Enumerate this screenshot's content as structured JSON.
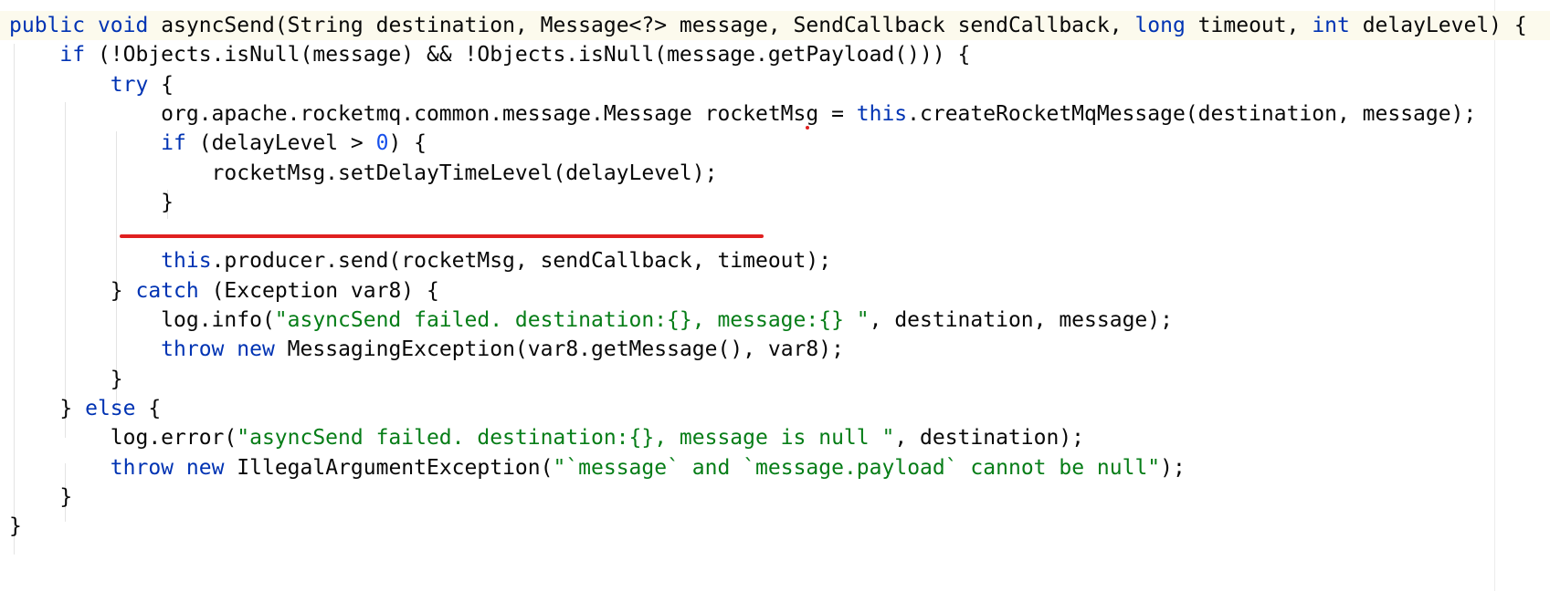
{
  "code_lines": [
    {
      "tokens": [
        {
          "t": "public",
          "k": "kw"
        },
        {
          "t": " ",
          "k": "plain"
        },
        {
          "t": "void",
          "k": "kw"
        },
        {
          "t": " asyncSend(String destination, Message<?> message, SendCallback sendCallback, ",
          "k": "plain"
        },
        {
          "t": "long",
          "k": "kw"
        },
        {
          "t": " timeout, ",
          "k": "plain"
        },
        {
          "t": "int",
          "k": "kw"
        },
        {
          "t": " delayLevel) {",
          "k": "plain"
        }
      ]
    },
    {
      "tokens": [
        {
          "t": "    ",
          "k": "plain"
        },
        {
          "t": "if",
          "k": "kw"
        },
        {
          "t": " (!Objects.isNull(message) && !Objects.isNull(message.getPayload())) {",
          "k": "plain"
        }
      ]
    },
    {
      "tokens": [
        {
          "t": "        ",
          "k": "plain"
        },
        {
          "t": "try",
          "k": "kw"
        },
        {
          "t": " {",
          "k": "plain"
        }
      ]
    },
    {
      "tokens": [
        {
          "t": "            org.apache.rocketmq.common.message.Message rocketMsg = ",
          "k": "plain"
        },
        {
          "t": "this",
          "k": "kw"
        },
        {
          "t": ".createRocketMqMessage(destination, message);",
          "k": "plain"
        }
      ]
    },
    {
      "tokens": [
        {
          "t": "            ",
          "k": "plain"
        },
        {
          "t": "if",
          "k": "kw"
        },
        {
          "t": " (delayLevel > ",
          "k": "plain"
        },
        {
          "t": "0",
          "k": "num"
        },
        {
          "t": ") {",
          "k": "plain"
        }
      ]
    },
    {
      "tokens": [
        {
          "t": "                rocketMsg.setDelayTimeLevel(delayLevel);",
          "k": "plain"
        }
      ]
    },
    {
      "tokens": [
        {
          "t": "            }",
          "k": "plain"
        }
      ]
    },
    {
      "tokens": []
    },
    {
      "tokens": [
        {
          "t": "            ",
          "k": "plain"
        },
        {
          "t": "this",
          "k": "kw"
        },
        {
          "t": ".producer.send(rocketMsg, sendCallback, timeout);",
          "k": "plain"
        }
      ]
    },
    {
      "tokens": [
        {
          "t": "        } ",
          "k": "plain"
        },
        {
          "t": "catch",
          "k": "kw"
        },
        {
          "t": " (Exception var8) {",
          "k": "plain"
        }
      ]
    },
    {
      "tokens": [
        {
          "t": "            log.info(",
          "k": "plain"
        },
        {
          "t": "\"asyncSend failed. destination:{}, message:{} \"",
          "k": "str"
        },
        {
          "t": ", destination, message);",
          "k": "plain"
        }
      ]
    },
    {
      "tokens": [
        {
          "t": "            ",
          "k": "plain"
        },
        {
          "t": "throw",
          "k": "kw"
        },
        {
          "t": " ",
          "k": "plain"
        },
        {
          "t": "new",
          "k": "kw"
        },
        {
          "t": " MessagingException(var8.getMessage(), var8);",
          "k": "plain"
        }
      ]
    },
    {
      "tokens": [
        {
          "t": "        }",
          "k": "plain"
        }
      ]
    },
    {
      "tokens": [
        {
          "t": "    } ",
          "k": "plain"
        },
        {
          "t": "else",
          "k": "kw"
        },
        {
          "t": " {",
          "k": "plain"
        }
      ]
    },
    {
      "tokens": [
        {
          "t": "        log.error(",
          "k": "plain"
        },
        {
          "t": "\"asyncSend failed. destination:{}, message is null \"",
          "k": "str"
        },
        {
          "t": ", destination);",
          "k": "plain"
        }
      ]
    },
    {
      "tokens": [
        {
          "t": "        ",
          "k": "plain"
        },
        {
          "t": "throw",
          "k": "kw"
        },
        {
          "t": " ",
          "k": "plain"
        },
        {
          "t": "new",
          "k": "kw"
        },
        {
          "t": " IllegalArgumentException(",
          "k": "plain"
        },
        {
          "t": "\"`message` and `message.payload` cannot be null\"",
          "k": "str"
        },
        {
          "t": ");",
          "k": "plain"
        }
      ]
    },
    {
      "tokens": [
        {
          "t": "    }",
          "k": "plain"
        }
      ]
    },
    {
      "tokens": [
        {
          "t": "}",
          "k": "plain"
        }
      ]
    }
  ],
  "colors": {
    "keyword": "#0033b3",
    "string": "#067d17",
    "number": "#1750eb",
    "plain": "#080808",
    "annotation_underline": "#e02020",
    "current_line": "#fcfaed"
  }
}
